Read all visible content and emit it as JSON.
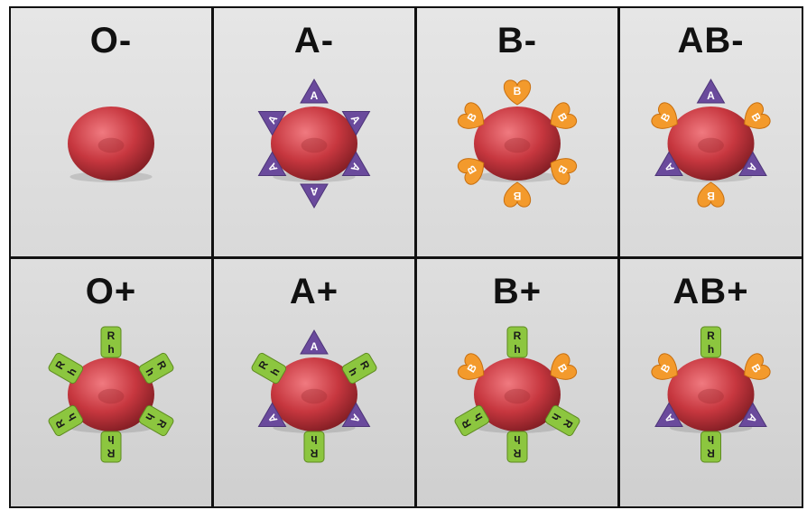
{
  "cells": [
    {
      "type": "O-",
      "antigens": []
    },
    {
      "type": "A-",
      "antigens": [
        "A"
      ]
    },
    {
      "type": "B-",
      "antigens": [
        "B"
      ]
    },
    {
      "type": "AB-",
      "antigens": [
        "A",
        "B"
      ]
    },
    {
      "type": "O+",
      "antigens": [
        "Rh"
      ]
    },
    {
      "type": "A+",
      "antigens": [
        "A",
        "Rh"
      ]
    },
    {
      "type": "B+",
      "antigens": [
        "B",
        "Rh"
      ]
    },
    {
      "type": "AB+",
      "antigens": [
        "A",
        "B",
        "Rh"
      ]
    }
  ],
  "marker_text": {
    "a": "A",
    "b": "B",
    "r": "R",
    "h": "h"
  },
  "colors": {
    "cell": "#c7373f",
    "a_antigen": "#6a4a9c",
    "b_antigen": "#f39a2c",
    "rh_antigen": "#8cc63f"
  }
}
